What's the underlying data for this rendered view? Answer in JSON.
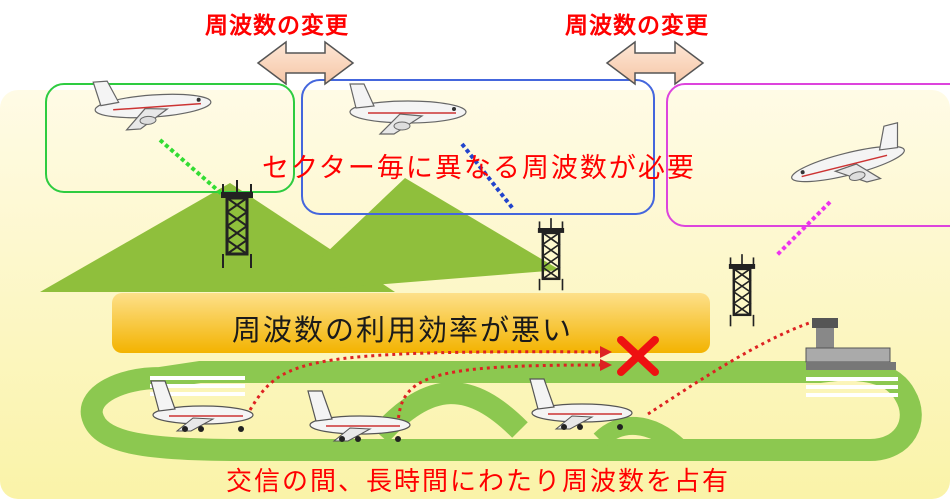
{
  "labels": {
    "freq_change_left": "周波数の変更",
    "freq_change_right": "周波数の変更",
    "sector_freq": "セクター毎に異なる周波数が必要",
    "efficiency": "周波数の利用効率が悪い",
    "occupancy": "交信の間、長時間にわたり周波数を占有"
  },
  "colors": {
    "label_red": "#ff0000",
    "sector_green": "#2ecc40",
    "sector_blue": "#4466dd",
    "sector_magenta": "#dd44dd",
    "mountain": "#8fbf3c",
    "taxiway": "#8cc850",
    "banner": "#f5b800",
    "background_gradient_top": "#fff7d6",
    "background_gradient_bottom": "#fbf3a0"
  },
  "icons": [
    "airplane-icon",
    "radio-tower-icon",
    "control-tower-icon",
    "double-arrow-icon",
    "cross-mark-icon"
  ]
}
